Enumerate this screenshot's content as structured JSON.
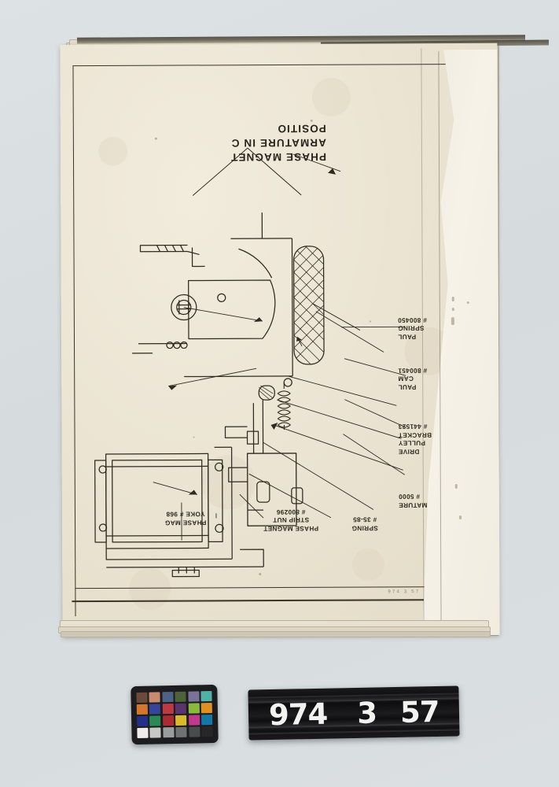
{
  "scene": {
    "description": "archival photograph of an open technical manual page, upside down, with a color calibration chart and an object number board",
    "background_color": "#d9dfe2"
  },
  "document": {
    "paper_color": "#ece5d4",
    "ink_color": "#2e2920",
    "orientation": "rotated-180",
    "title_lines": [
      "PHASE MAGNET",
      "ARMATURE IN C",
      "POSITIO"
    ],
    "corner_stamp": "974 3 57",
    "callouts": [
      {
        "id": "paul-spring",
        "lines": [
          "PAUL",
          "SPRING",
          "# 800450"
        ],
        "align": "right"
      },
      {
        "id": "paul-cam",
        "lines": [
          "PAUL",
          "CAM",
          "# 800451"
        ],
        "align": "right"
      },
      {
        "id": "drive-pulley",
        "lines": [
          "DRIVE",
          "PULLEY",
          "BRACKET",
          "# 441523"
        ],
        "align": "right"
      },
      {
        "id": "armature",
        "lines": [
          "ARMATURE",
          "# 5000"
        ],
        "align": "right"
      },
      {
        "id": "spring",
        "lines": [
          "SPRING",
          "# 35-85"
        ],
        "align": "center"
      },
      {
        "id": "strip-nut",
        "lines": [
          "PHASE MAGNET",
          "STRIP NUT",
          "# 800296"
        ],
        "align": "center"
      },
      {
        "id": "yoke",
        "lines": [
          "PHASE MAG",
          "YOKE # 968"
        ],
        "align": "center"
      }
    ]
  },
  "color_chart": {
    "name": "color-calibration-chart",
    "rows": 4,
    "columns": 6,
    "patches": [
      "#6b4a3c",
      "#c98a72",
      "#4b6385",
      "#4c6239",
      "#7a7298",
      "#4fb2a4",
      "#d4762e",
      "#34459a",
      "#bd3a40",
      "#5a3470",
      "#8aba3a",
      "#dd9024",
      "#232f88",
      "#2a8a57",
      "#ac2a32",
      "#d9bb29",
      "#c0398f",
      "#1577a6",
      "#eeede9",
      "#c7c8c6",
      "#9b9d9c",
      "#6f7271",
      "#494c4c",
      "#262726"
    ]
  },
  "number_board": {
    "name": "object-number-board",
    "digits": [
      "974",
      "3",
      "57"
    ],
    "text_color": "#f2f2f0",
    "board_color": "#141416"
  }
}
